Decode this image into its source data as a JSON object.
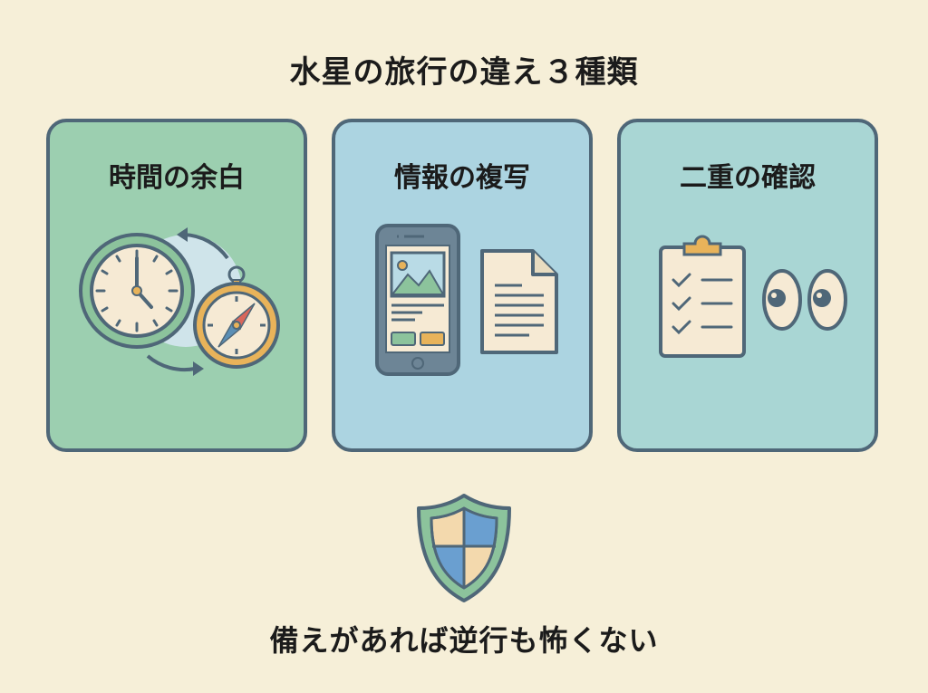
{
  "title": "水星の旅行の違え３種類",
  "cards": [
    {
      "title": "時間の余白",
      "icons": [
        "clock-icon",
        "compass-icon",
        "cycle-arrows-icon"
      ],
      "bg": "#9ccfb0"
    },
    {
      "title": "情報の複写",
      "icons": [
        "smartphone-icon",
        "document-icon"
      ],
      "bg": "#acd4e1"
    },
    {
      "title": "二重の確認",
      "icons": [
        "clipboard-checklist-icon",
        "eyes-icon"
      ],
      "bg": "#a9d6d4"
    }
  ],
  "footer": {
    "icon": "shield-icon",
    "text": "備えがあれば逆行も怖くない"
  },
  "colors": {
    "background": "#f6efd8",
    "outline": "#4f6778",
    "accent_orange": "#e8b35a",
    "accent_green": "#8cc39c",
    "accent_blue": "#6a9fd0"
  }
}
